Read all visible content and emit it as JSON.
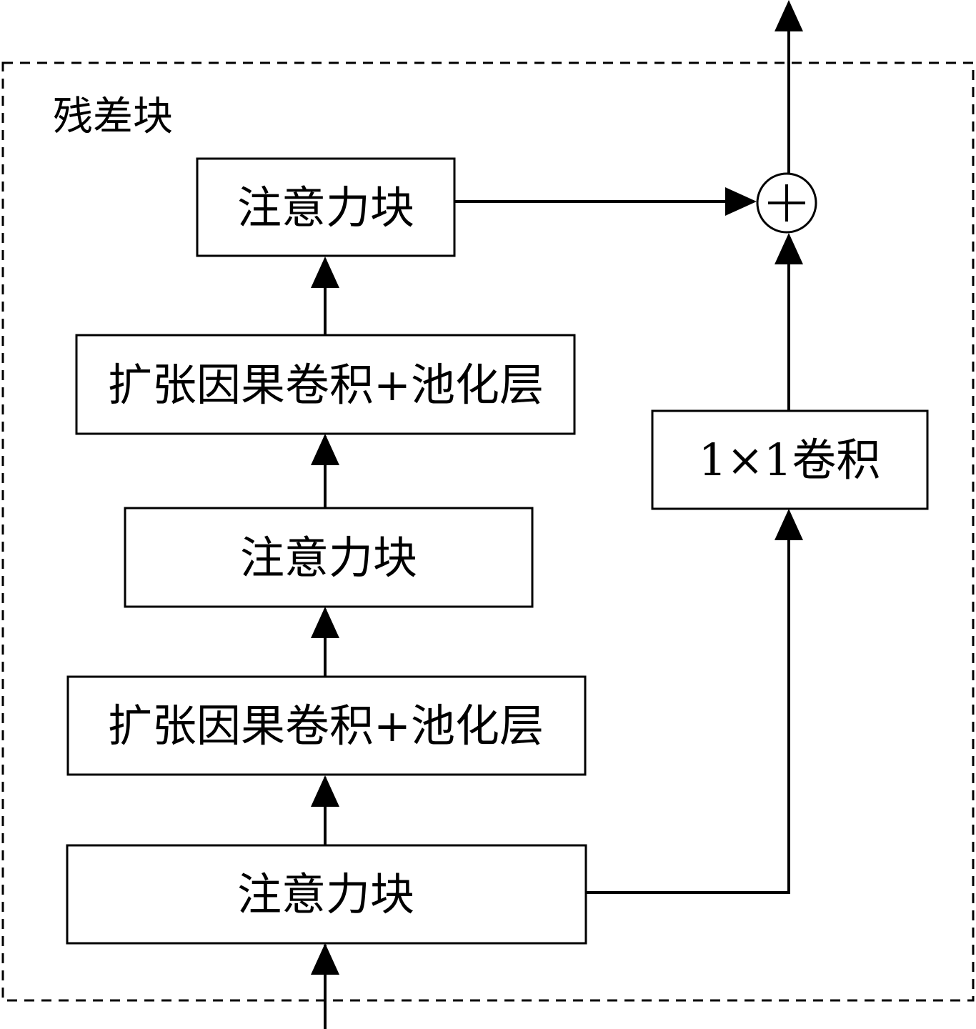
{
  "diagram": {
    "frame_label": "残差块",
    "blocks": {
      "attention_1": "注意力块",
      "dilated_conv_1": "扩张因果卷积+池化层",
      "attention_2": "注意力块",
      "dilated_conv_2": "扩张因果卷积+池化层",
      "attention_3": "注意力块",
      "conv_1x1": "1×1卷积"
    },
    "adder_symbol": "+"
  },
  "colors": {
    "stroke": "#000000",
    "background": "#ffffff"
  }
}
